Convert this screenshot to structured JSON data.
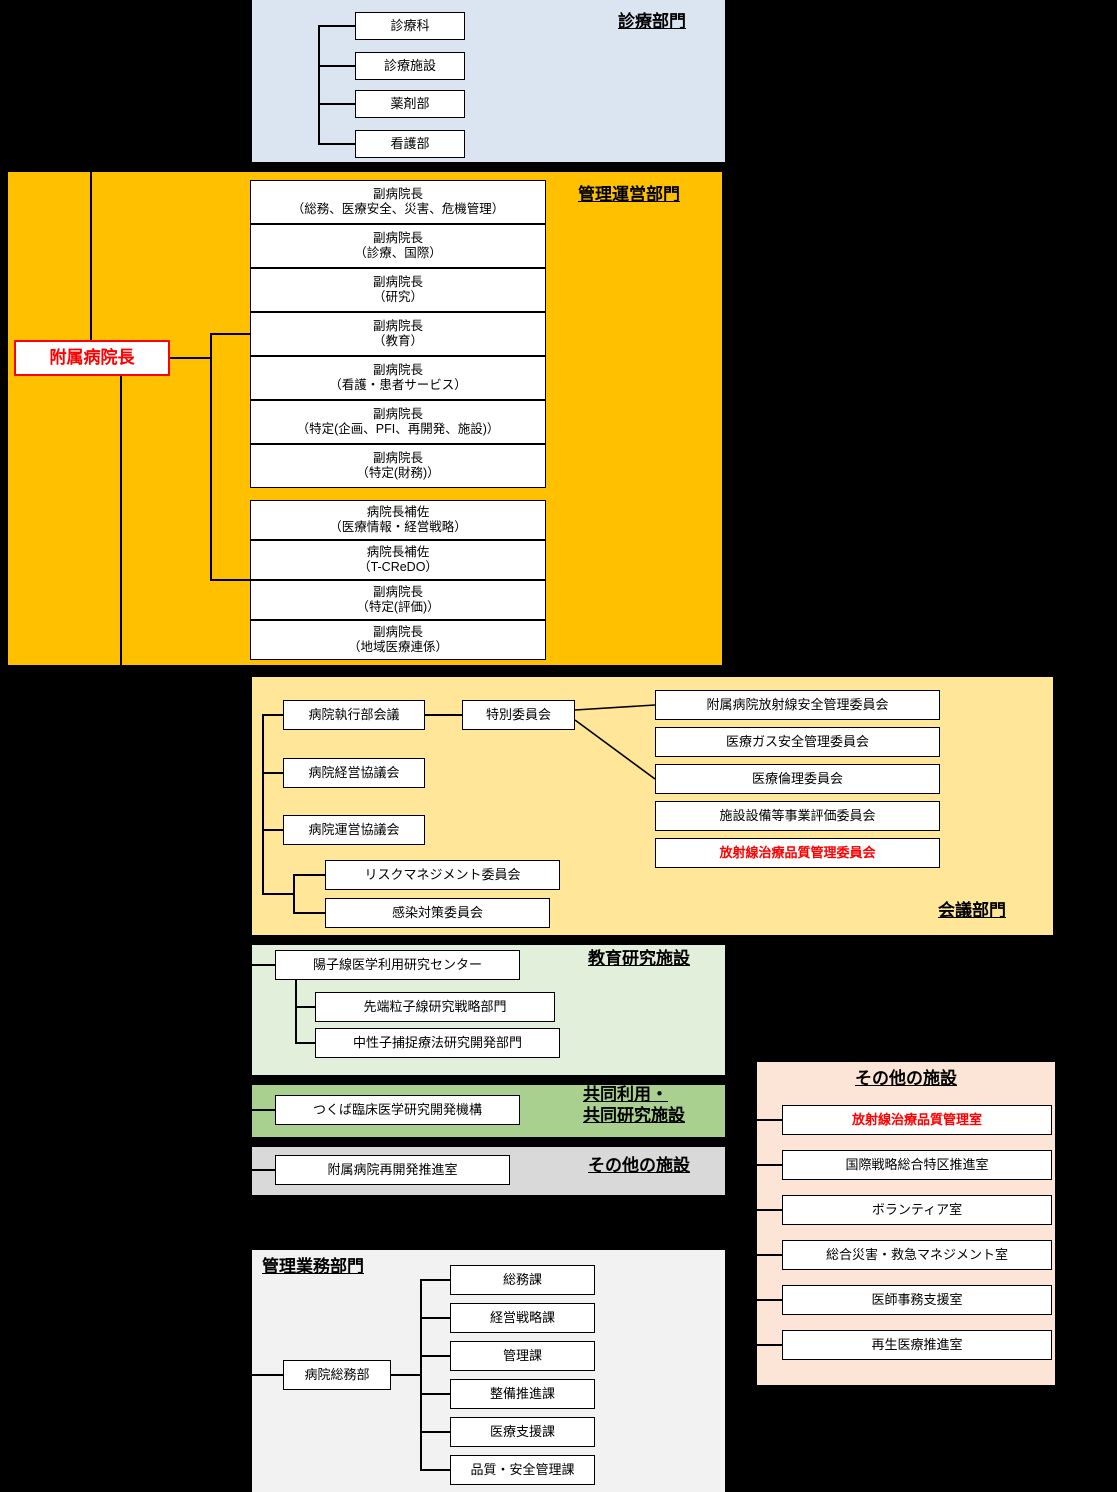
{
  "colors": {
    "background": "#000000",
    "clinical_bg": "#dbe5f1",
    "management_bg": "#ffc000",
    "meetings_bg": "#ffe699",
    "education_bg": "#e2efda",
    "joint_bg": "#a9d08e",
    "other_left_bg": "#d9d9d9",
    "other_right_bg": "#fce4d6",
    "admin_bg": "#f2f2f2",
    "node_bg": "#ffffff",
    "line": "#000000",
    "accent_red": "#ff0000"
  },
  "clinical": {
    "label": "診療部門",
    "boxes": [
      "診療科",
      "診療施設",
      "薬剤部",
      "看護部"
    ]
  },
  "management": {
    "label": "管理運営部門",
    "director": "附属病院長",
    "vice_directors": [
      "副病院長\n（総務、医療安全、災害、危機管理）",
      "副病院長\n（診療、国際）",
      "副病院長\n（研究）",
      "副病院長\n（教育）",
      "副病院長\n（看護・患者サービス）",
      "副病院長\n（特定(企画、PFI、再開発、施設)）",
      "副病院長\n（特定(財務)）"
    ],
    "advisors": [
      "病院長補佐\n（医療情報・経営戦略）",
      "病院長補佐\n（T-CReDO）",
      "副病院長\n（特定(評価)）",
      "副病院長\n（地域医療連係）"
    ]
  },
  "meetings": {
    "label": "会議部門",
    "executive": "病院執行部会議",
    "special": "特別委員会",
    "special_committees": [
      "附属病院放射線安全管理委員会",
      "医療ガス安全管理委員会",
      "医療倫理委員会",
      "施設設備等事業評価委員会",
      "放射線治療品質管理委員会"
    ],
    "management_council": "病院経営協議会",
    "operation_council": "病院運営協議会",
    "risk": "リスクマネジメント委員会",
    "infection": "感染対策委員会"
  },
  "education": {
    "label": "教育研究施設",
    "center": "陽子線医学利用研究センター",
    "departments": [
      "先端粒子線研究戦略部門",
      "中性子捕捉療法研究開発部門"
    ]
  },
  "joint": {
    "label": "共同利用・\n共同研究施設",
    "box": "つくば臨床医学研究開発機構"
  },
  "other_left": {
    "label": "その他の施設",
    "box": "附属病院再開発推進室"
  },
  "other_right": {
    "label": "その他の施設",
    "boxes": [
      "放射線治療品質管理室",
      "国際戦略総合特区推進室",
      "ボランティア室",
      "総合災害・救急マネジメント室",
      "医師事務支援室",
      "再生医療推進室"
    ]
  },
  "admin": {
    "label": "管理業務部門",
    "department": "病院総務部",
    "sections": [
      "総務課",
      "経営戦略課",
      "管理課",
      "整備推進課",
      "医療支援課",
      "品質・安全管理課"
    ]
  }
}
